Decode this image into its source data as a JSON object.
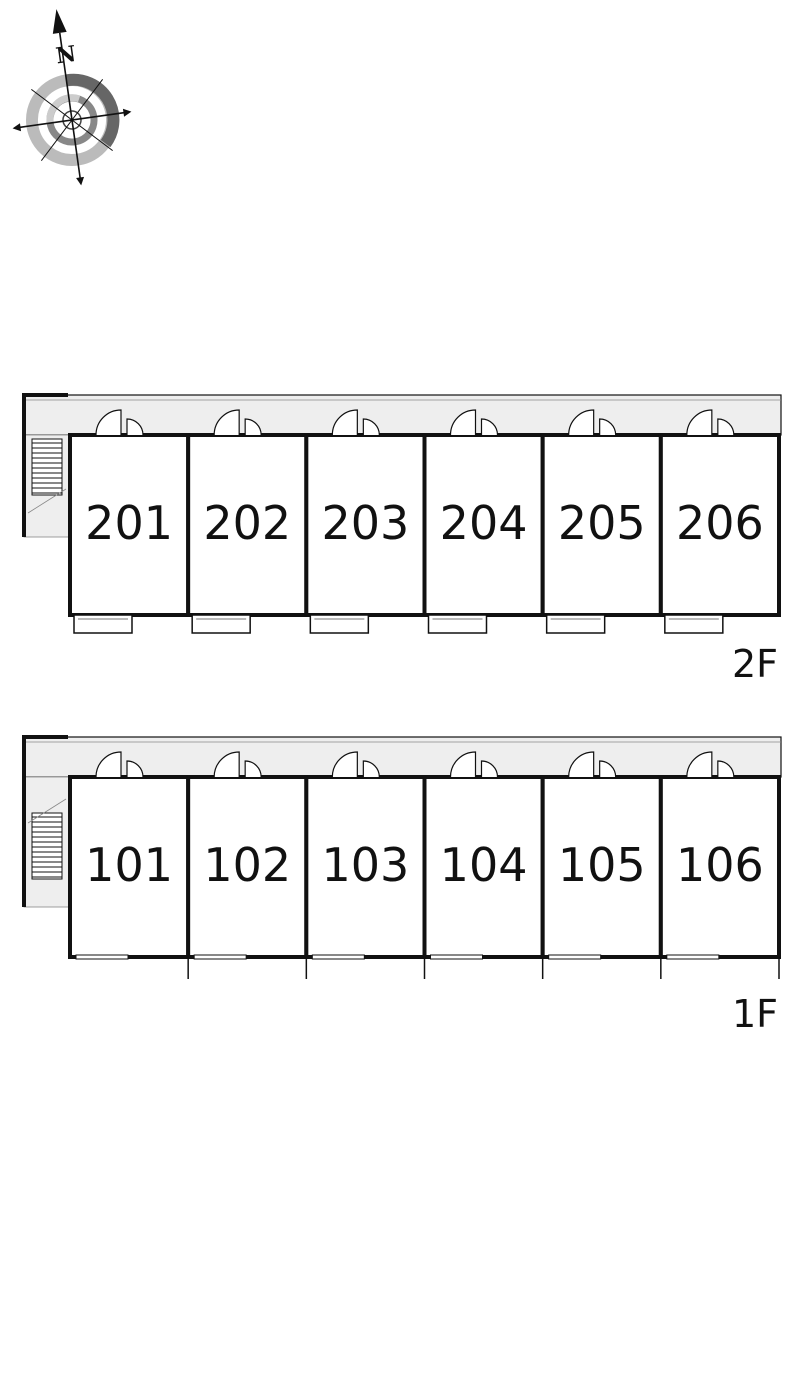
{
  "compass": {
    "north_letter": "N",
    "icon": "compass-rose-icon"
  },
  "floors": [
    {
      "label": "2F",
      "rooms": [
        "201",
        "202",
        "203",
        "204",
        "205",
        "206"
      ]
    },
    {
      "label": "1F",
      "rooms": [
        "101",
        "102",
        "103",
        "104",
        "105",
        "106"
      ]
    }
  ],
  "colors": {
    "wall": "#111111",
    "corridor_fill": "#eeeeee",
    "compass_dark": "#666666",
    "compass_light": "#bbbbbb"
  }
}
